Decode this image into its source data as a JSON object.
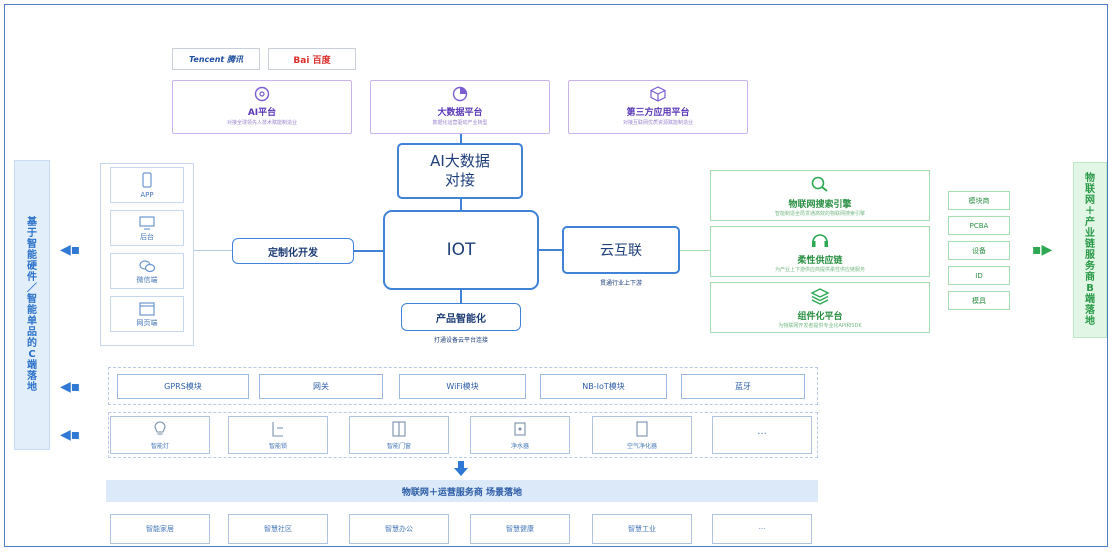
{
  "left_banner": {
    "text": "基于智能硬件／智能单品的C端落地"
  },
  "right_banner": {
    "text": "物联网＋产业链服务商 B端落地"
  },
  "logos": {
    "tencent": "Tencent 腾讯",
    "baidu": "Bai 百度"
  },
  "platforms": [
    {
      "title": "AI平台",
      "subtitle": "对接全球领先人技术赋能制造业"
    },
    {
      "title": "大数据平台",
      "subtitle": "数据化运营驱动产业转型"
    },
    {
      "title": "第三方应用平台",
      "subtitle": "对接互联网优质资源赋能制造业"
    }
  ],
  "nodes": {
    "ai_line1": "AI大数据",
    "ai_line2": "对接",
    "iot": "IOT",
    "cloud": "云互联",
    "cloud_caption": "贯通行业上下游",
    "custom": "定制化开发",
    "product": "产品智能化",
    "product_caption": "打通设备云平台连接"
  },
  "apps": [
    {
      "label": "APP",
      "icon": "phone-icon"
    },
    {
      "label": "后台",
      "icon": "monitor-icon"
    },
    {
      "label": "微信端",
      "icon": "wechat-icon"
    },
    {
      "label": "网页端",
      "icon": "browser-icon"
    }
  ],
  "services": [
    {
      "title": "物联网搜索引擎",
      "subtitle": "智能制造全局贯通高效的物联网搜索引擎",
      "icon": "search-icon"
    },
    {
      "title": "柔性供应链",
      "subtitle": "为产业上下游供应商提供柔性供应链服务",
      "icon": "headset-icon"
    },
    {
      "title": "组件化平台",
      "subtitle": "为物联网开发者提供专业化API和SDK",
      "icon": "layers-icon"
    }
  ],
  "supply": [
    "模块商",
    "PCBA",
    "设备",
    "ID",
    "模具"
  ],
  "modules": [
    "GPRS模块",
    "网关",
    "WiFi模块",
    "NB-IoT模块",
    "蓝牙"
  ],
  "devices": [
    {
      "label": "智能灯",
      "icon": "bulb-icon"
    },
    {
      "label": "智能锁",
      "icon": "lock-icon"
    },
    {
      "label": "智能门窗",
      "icon": "door-icon"
    },
    {
      "label": "净水器",
      "icon": "purifier-icon"
    },
    {
      "label": "空气净化器",
      "icon": "air-purifier-icon"
    },
    {
      "label": "···",
      "icon": "more-icon"
    }
  ],
  "bar": {
    "text": "物联网＋运营服务商 场景落地"
  },
  "scenes": [
    "智能家居",
    "智慧社区",
    "智慧办公",
    "智慧健康",
    "智慧工业",
    "···"
  ],
  "colors": {
    "blue": "#3f82d8",
    "purple": "#5b39b8",
    "green": "#2a8f43"
  }
}
